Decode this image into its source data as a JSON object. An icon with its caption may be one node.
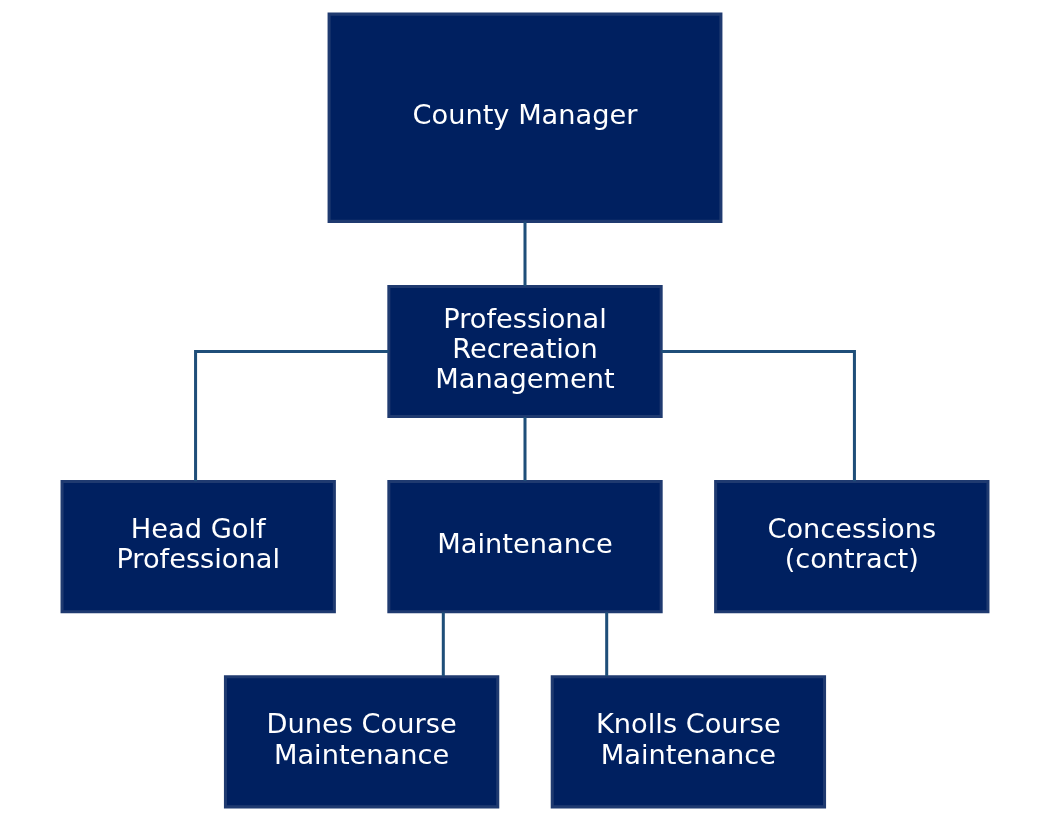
{
  "diagram": {
    "nodes": [
      {
        "text": [
          "County Manager"
        ]
      },
      {
        "text": [
          "Professional Recreation Management"
        ]
      },
      {
        "text": [
          "Head Golf Professional"
        ]
      },
      {
        "text": [
          "Maintenance"
        ]
      },
      {
        "text": [
          "Concessions (contract)"
        ]
      },
      {
        "text": [
          "Dunes Course Maintenance"
        ]
      },
      {
        "text": [
          "Knolls Course Maintenance"
        ]
      }
    ],
    "edges": [
      {
        "from": 0,
        "to": 1,
        "arrow": "none"
      },
      {
        "from": 1,
        "to": 2,
        "arrow": "none"
      },
      {
        "from": 1,
        "to": 3,
        "arrow": "none"
      },
      {
        "from": 1,
        "to": 4,
        "arrow": "none"
      },
      {
        "from": 3,
        "to": 5,
        "arrow": "none"
      },
      {
        "from": 3,
        "to": 6,
        "arrow": "none"
      }
    ]
  }
}
